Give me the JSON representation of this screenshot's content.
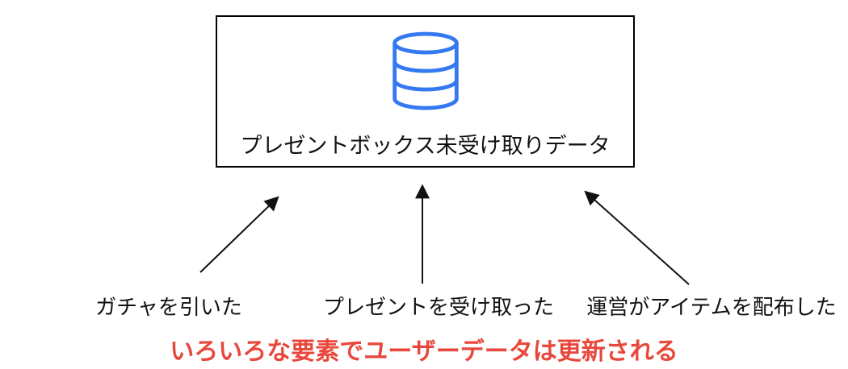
{
  "diagram": {
    "database_box": {
      "label": "プレゼントボックス未受け取りデータ",
      "icon": "database-icon"
    },
    "sources": [
      {
        "id": "gacha",
        "label": "ガチャを引いた"
      },
      {
        "id": "present",
        "label": "プレゼントを受け取った"
      },
      {
        "id": "admin",
        "label": "運営がアイテムを配布した"
      }
    ],
    "caption": {
      "text": "いろいろな要素でユーザーデータは更新される"
    },
    "colors": {
      "database_icon_blue": "#3478f2",
      "caption_red": "#e8483c",
      "arrow_black": "#111111",
      "box_border": "#000000",
      "background": "#ffffff"
    }
  }
}
